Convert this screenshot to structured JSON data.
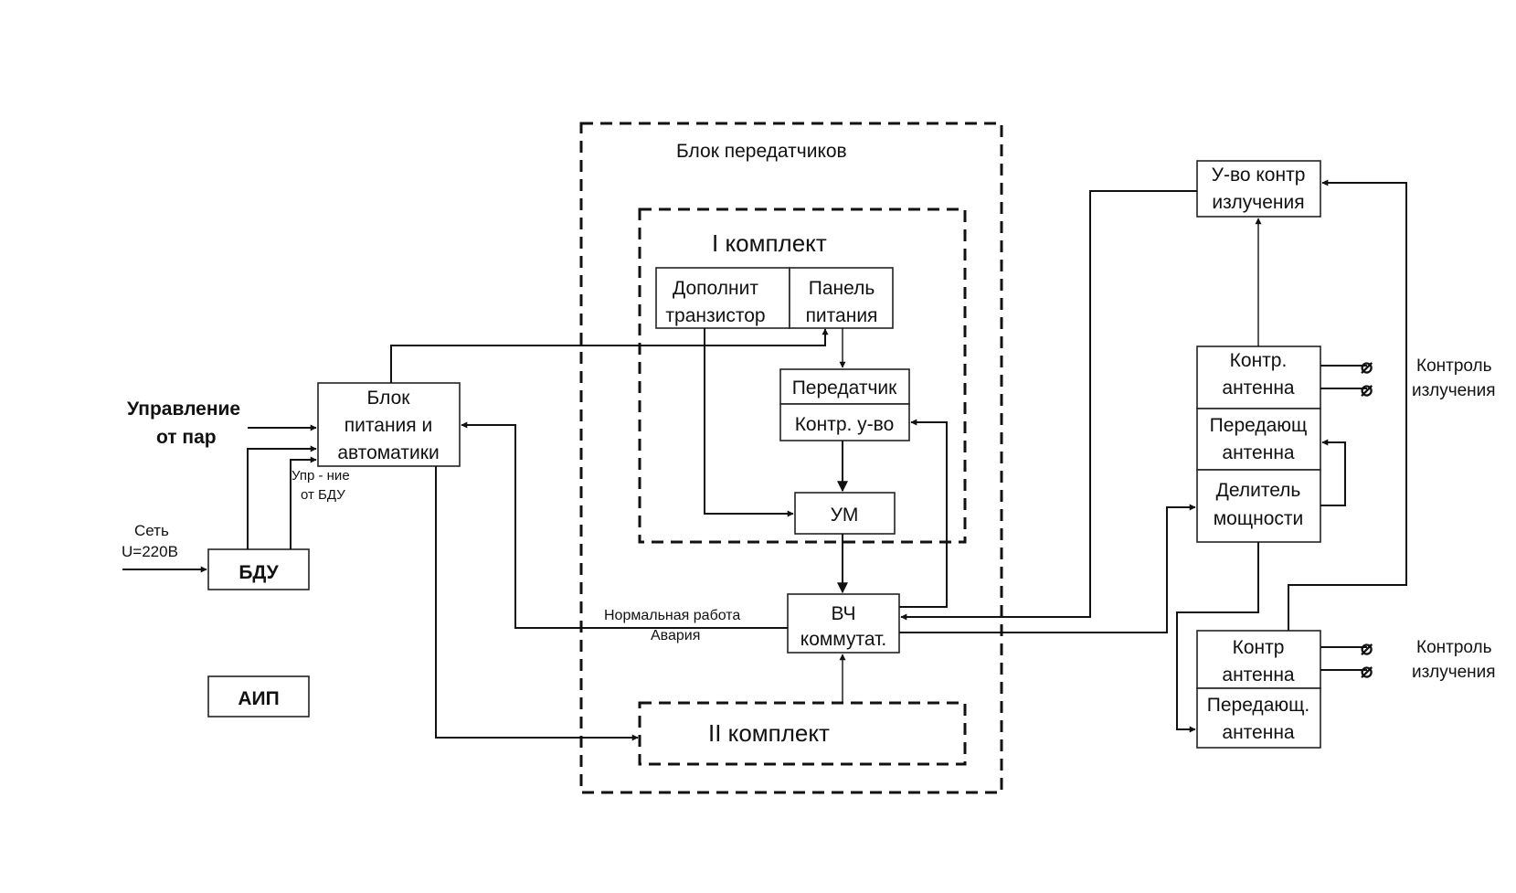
{
  "diagram": {
    "blocks": {
      "power_automation": [
        "Блок",
        "питания и",
        "автоматики"
      ],
      "bdu": "БДУ",
      "aip": "АИП",
      "additional_transistor": [
        "Дополнит",
        "транзистор"
      ],
      "power_panel": [
        "Панель",
        "питания"
      ],
      "transmitter": "Передатчик",
      "control_device": "Контр. у-во",
      "um": "УМ",
      "hf_switch": [
        "ВЧ",
        "коммутат."
      ],
      "emission_control_device": [
        "У-во контр",
        "излучения"
      ],
      "control_antenna_1": [
        "Контр.",
        "антенна"
      ],
      "transmit_antenna_1": [
        "Передающ",
        "антенна"
      ],
      "power_divider": [
        "Делитель",
        "мощности"
      ],
      "control_antenna_2": [
        "Контр",
        "антенна"
      ],
      "transmit_antenna_2": [
        "Передающ.",
        "антенна"
      ]
    },
    "groups": {
      "transmitter_block": "Блок  передатчиков",
      "set_1": "I комплект",
      "set_2": "II комплект"
    },
    "labels": {
      "control_from_par": [
        "Управление",
        "от пар"
      ],
      "mains": [
        "Сеть",
        "U=220В"
      ],
      "control_from_bdu": [
        "Упр - ние",
        "от БДУ"
      ],
      "normal_operation": "Нормальная работа",
      "alarm": "Авария",
      "emission_control_1": [
        "Контроль",
        "излучения"
      ],
      "emission_control_2": [
        "Контроль",
        "излучения"
      ]
    },
    "terminal_symbol": "⌀"
  }
}
